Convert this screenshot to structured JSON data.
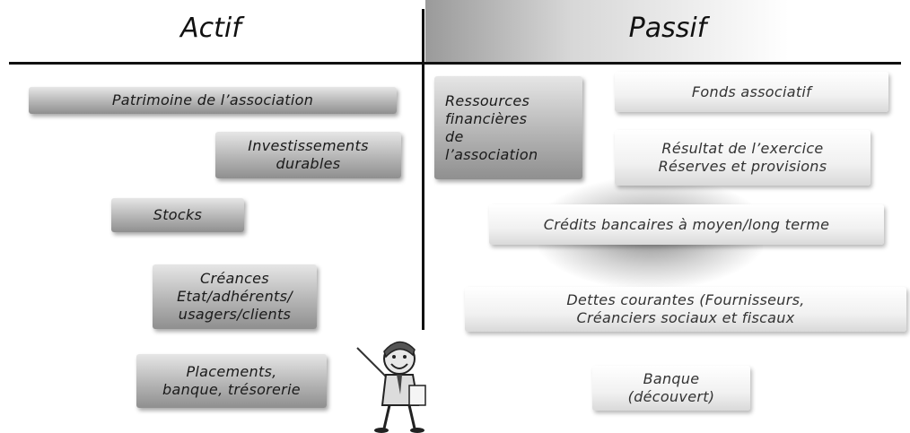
{
  "headers": {
    "actif": "Actif",
    "passif": "Passif"
  },
  "actif": {
    "patrimoine": "Patrimoine de l’association",
    "investissements": "Investissements\ndurables",
    "stocks": "Stocks",
    "creances": "Créances\nEtat/adhérents/\nusagers/clients",
    "placements": "Placements,\nbanque, trésorerie"
  },
  "passif": {
    "ressources": "Ressources\nfinancières\nde\nl’association",
    "fonds": "Fonds associatif",
    "resultat": "Résultat de l’exercice\nRéserves et provisions",
    "credits": "Crédits bancaires à moyen/long terme",
    "dettes": "Dettes courantes (Fournisseurs,\nCréanciers sociaux et fiscaux",
    "banque": "Banque\n(découvert)"
  }
}
